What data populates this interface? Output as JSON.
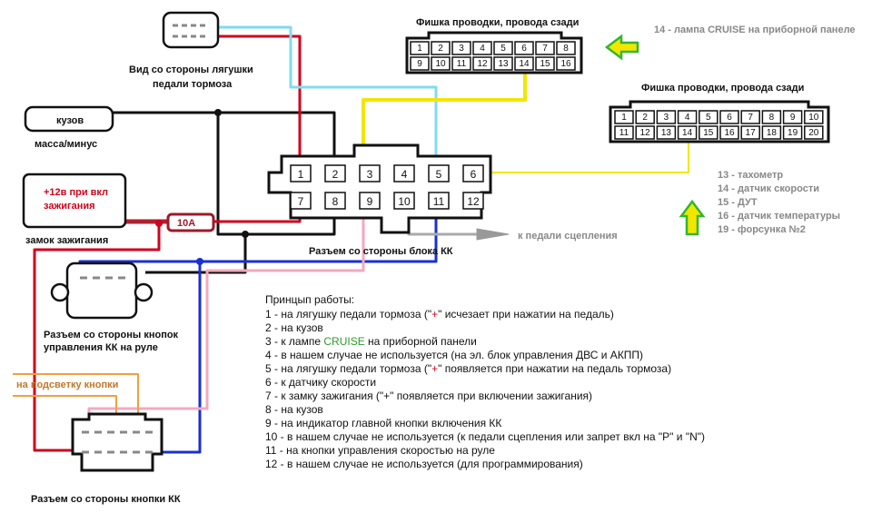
{
  "labels": {
    "brake_view": [
      "Вид со стороны лягушки",
      "педали тормоза"
    ],
    "body": "кузов",
    "ground": "масса/минус",
    "ign_box": [
      "+12в при вкл",
      "зажигания"
    ],
    "ign_lock": "замок зажигания",
    "fuse": "10А",
    "main_conn": "Разъем со стороны блока КК",
    "clutch": "к педали сцепления",
    "wheel_conn": [
      "Разъем со стороны кнопок",
      "управления КК на руле"
    ],
    "backlight": "на подсветку кнопки",
    "button_conn": "Разъем со стороны кнопки КК",
    "rear_conn_1": "Фишка проводки, провода сзади",
    "rear_conn_2": "Фишка проводки, провода сзади",
    "cruise_lamp": "14 - лампа CRUISE на приборной панеле"
  },
  "pins_main": [
    "1",
    "2",
    "3",
    "4",
    "5",
    "6",
    "7",
    "8",
    "9",
    "10",
    "11",
    "12"
  ],
  "pins_rear1_top": [
    "1",
    "2",
    "3",
    "4",
    "5",
    "6",
    "7",
    "8"
  ],
  "pins_rear1_bot": [
    "9",
    "10",
    "11",
    "12",
    "13",
    "14",
    "15",
    "16"
  ],
  "pins_rear2_top": [
    "1",
    "2",
    "3",
    "4",
    "5",
    "6",
    "7",
    "8",
    "9",
    "10"
  ],
  "pins_rear2_bot": [
    "11",
    "12",
    "13",
    "14",
    "15",
    "16",
    "17",
    "18",
    "19",
    "20"
  ],
  "rear2_legend": [
    "13 - тахометр",
    "14 - датчик скорости",
    "15 - ДУТ",
    "16 - датчик температуры",
    "19 - форсунка №2"
  ],
  "principle": {
    "title": "Принцып работы:",
    "l1_pre": "1 - на лягушку педали тормоза (\"",
    "l1_plus": "+",
    "l1_post": "\" исчезает при нажатии на педаль)",
    "l2": "2 - на кузов",
    "l3_pre": "3 - к лампе ",
    "l3_word": "CRUISE",
    "l3_post": " на приборной панели",
    "l4": "4 - в нашем случае не используется (на эл. блок управления ДВС и АКПП)",
    "l5_pre": "5 - на лягушку педали тормоза (\"",
    "l5_plus": "+",
    "l5_post": "\" появляется при нажатии на педаль тормоза)",
    "l6": "6 - к датчику скорости",
    "l7": "7 - к замку зажигания (\"+\" появляется при включении зажигания)",
    "l8": "8 - на кузов",
    "l9": "9 - на индикатор главной кнопки включения КК",
    "l10": "10 - в нашем случае не используется (к педали сцепления или запрет вкл на \"P\" и \"N\")",
    "l11": "11 - на кнопки управления скоростью на руле",
    "l12": "12 - в нашем случае не используется (для программирования)"
  }
}
